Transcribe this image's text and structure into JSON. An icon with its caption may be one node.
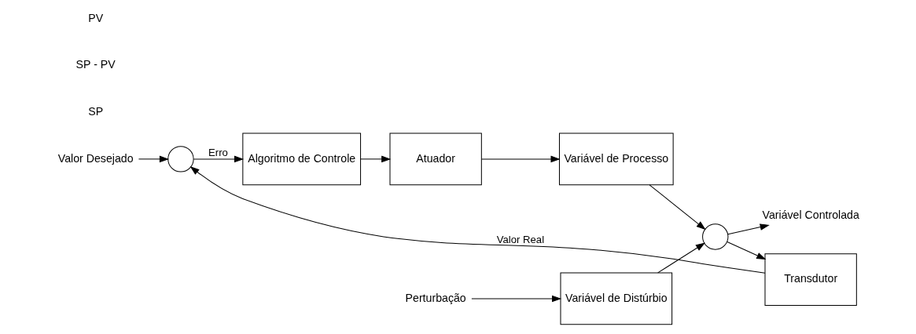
{
  "diagram": {
    "nodes": [
      {
        "text": [
          "Valor Desejado"
        ]
      },
      {
        "text": [],
        "shape": "circle"
      },
      {
        "text": [
          "Algoritmo de Controle"
        ]
      },
      {
        "text": [
          "Atuador"
        ]
      },
      {
        "text": [
          "Variável de Processo"
        ]
      },
      {
        "text": [
          "Perturbação"
        ]
      },
      {
        "text": [
          "Variável de Distúrbio"
        ]
      },
      {
        "text": [],
        "shape": "circle"
      },
      {
        "text": [
          "Variável Controlada"
        ]
      },
      {
        "text": [
          "Transdutor"
        ]
      }
    ],
    "edges": [
      {
        "from": 0,
        "to": 1,
        "arrow": "to"
      },
      {
        "from": 1,
        "to": 2,
        "arrow": "to",
        "label": "Erro"
      },
      {
        "from": 2,
        "to": 3,
        "arrow": "to"
      },
      {
        "from": 3,
        "to": 4,
        "arrow": "to"
      },
      {
        "from": 4,
        "to": 7,
        "arrow": "to"
      },
      {
        "from": 5,
        "to": 6,
        "arrow": "to"
      },
      {
        "from": 6,
        "to": 7,
        "arrow": "to"
      },
      {
        "from": 7,
        "to": 8,
        "arrow": "to"
      },
      {
        "from": 7,
        "to": 9,
        "arrow": "to"
      },
      {
        "from": 9,
        "to": 1,
        "arrow": "to",
        "label": "Valor Real"
      }
    ],
    "labels": [
      "SP",
      "SP - PV",
      "PV"
    ]
  }
}
